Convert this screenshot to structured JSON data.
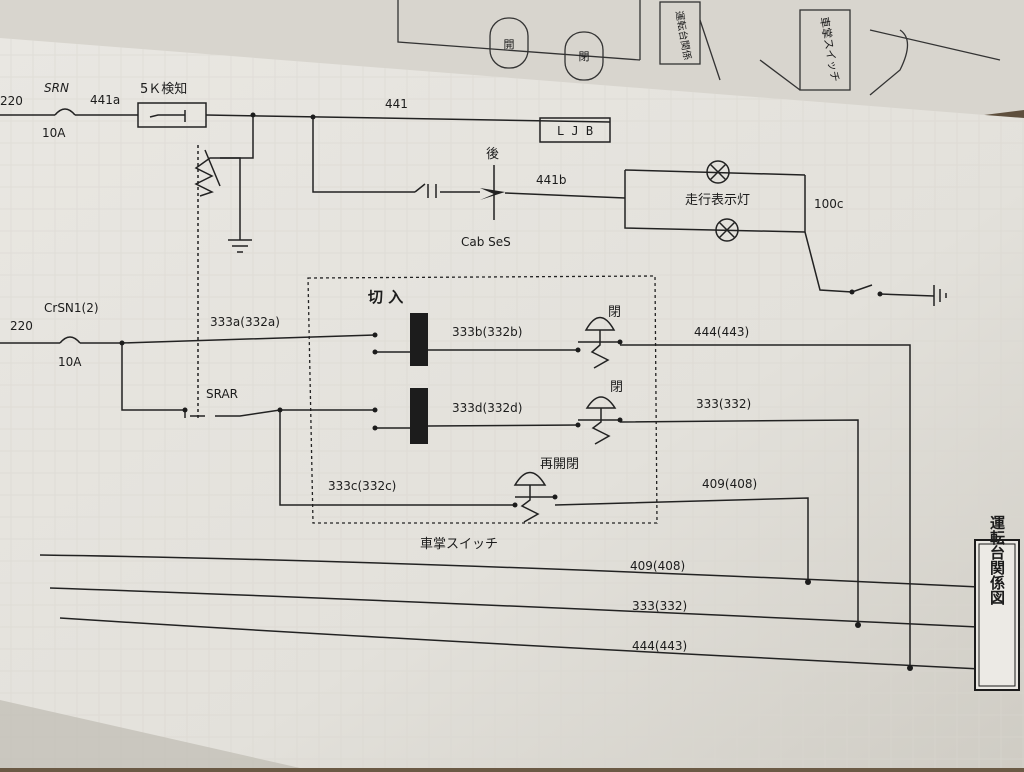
{
  "labels": {
    "in_220_top": "220",
    "srn": "SRN",
    "srn_amp": "10A",
    "w441a": "441a",
    "k5_detect": "5Ｋ検知",
    "w441": "441",
    "ljb": "L J B",
    "rear": "後",
    "w441b": "441b",
    "cab_ses": "Cab SeS",
    "run_lamp": "走行表示灯",
    "w100c": "100c",
    "cut_in": "切 入",
    "crsn1": "CrSN1(2)",
    "in_220_mid": "220",
    "crsn1_amp": "10A",
    "w333a": "333a(332a)",
    "w333b": "333b(332b)",
    "close1": "閉",
    "w444_top": "444(443)",
    "srar": "SRAR",
    "w333d": "333d(332d)",
    "close2": "閉",
    "w333_mid": "333(332)",
    "reopen_close": "再開閉",
    "w333c": "333c(332c)",
    "w409_mid": "409(408)",
    "conductor_switch": "車掌スイッチ",
    "bus_409": "409(408)",
    "bus_333": "333(332)",
    "bus_444": "444(443)",
    "side_title": "運転台関係図"
  },
  "top_strip": {
    "pill_1": "開",
    "pill_2": "閉",
    "box_a": "運転台関係",
    "box_b": "車掌スイッチ"
  }
}
